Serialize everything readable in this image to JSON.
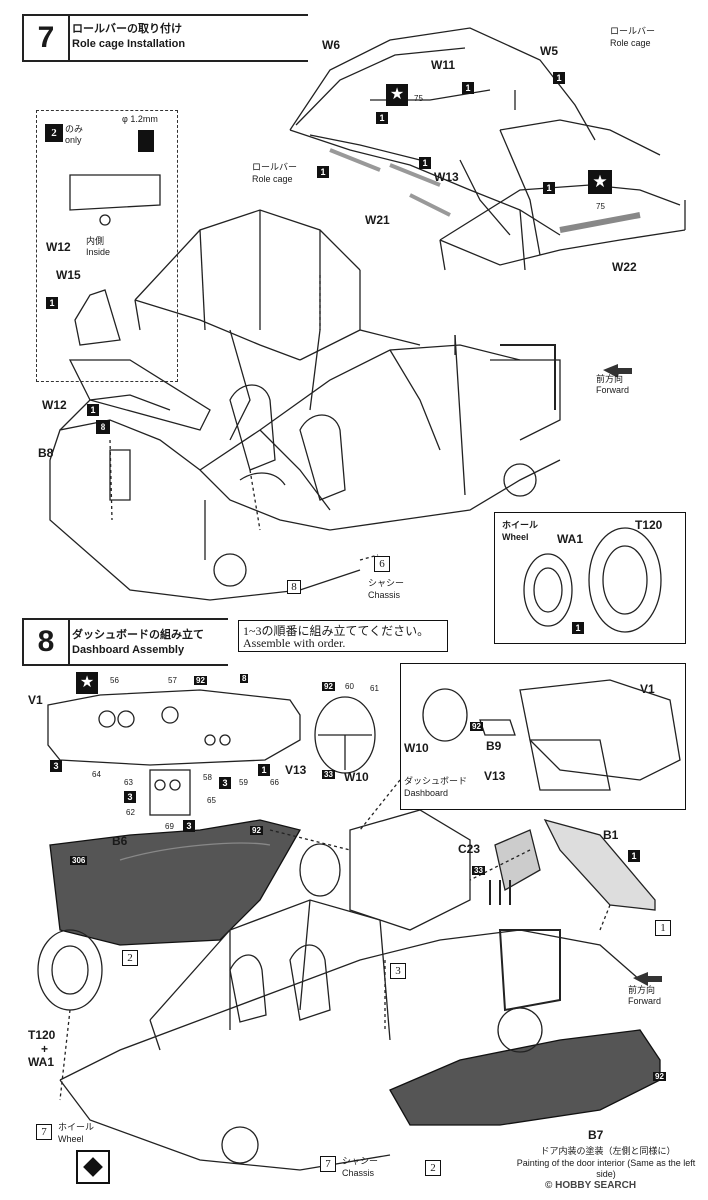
{
  "step7": {
    "number": "7",
    "title_ja": "ロールバーの取り付け",
    "title_en": "Role cage Installation",
    "labels": {
      "w6": "W6",
      "w5": "W5",
      "w11": "W11",
      "w13": "W13",
      "w21": "W21",
      "w22": "W22",
      "w12a": "W12",
      "w12b": "W12",
      "w15": "W15",
      "b8": "B8"
    },
    "callout_topright_ja": "ロールバー",
    "callout_topright_en": "Role cage",
    "callout_mid_ja": "ロールバー",
    "callout_mid_en": "Role cage",
    "inset": {
      "step_ref": "2",
      "only_ja": "のみ",
      "only_en": "only",
      "drill": "φ 1.2mm",
      "inside_ja": "内側",
      "inside_en": "Inside"
    },
    "forward_ja": "前方向",
    "forward_en": "Forward",
    "chassis_step": "6",
    "chassis_ja": "シャシー",
    "chassis_en": "Chassis",
    "decal_number": "75",
    "decal_number_b": "75",
    "badge_8": "8",
    "wheel": {
      "ja": "ホイール",
      "en": "Wheel",
      "wa1": "WA1",
      "t120": "T120"
    },
    "b1": "1"
  },
  "step8": {
    "number": "8",
    "title_ja": "ダッシュボードの組み立て",
    "title_en": "Dashboard Assembly",
    "order_ja": "1~3の順番に組み立ててください。",
    "order_en": "Assemble with order.",
    "labels": {
      "v1a": "V1",
      "v1b": "V1",
      "v13a": "V13",
      "v13b": "V13",
      "w10a": "W10",
      "w10b": "W10",
      "b9": "B9",
      "b6": "B6",
      "b1": "B1",
      "c23": "C23",
      "b7": "B7",
      "t120": "T120",
      "plus": "+",
      "wa1": "WA1"
    },
    "numbers": {
      "n56": "56",
      "n57": "57",
      "n92a": "92",
      "n8": "8",
      "n92b": "92",
      "n60": "60",
      "n61": "61",
      "n64": "64",
      "n63": "63",
      "n62": "62",
      "n65": "65",
      "n69": "69",
      "n58": "58",
      "n59": "59",
      "n66": "66",
      "n33a": "33",
      "n92c": "92",
      "n92d": "92",
      "n306": "306",
      "n33b": "33",
      "n92e": "92"
    },
    "badges": {
      "b3a": "3",
      "b3b": "3",
      "b3c": "3",
      "b3d": "3",
      "b1a": "1"
    },
    "order_markers": {
      "o1": "1",
      "o2a": "2",
      "o3": "3",
      "o2b": "2"
    },
    "dashboard_ja": "ダッシュボード",
    "dashboard_en": "Dashboard",
    "forward_ja": "前方向",
    "forward_en": "Forward",
    "wheel_step": "7",
    "wheel_ja": "ホイール",
    "wheel_en": "Wheel",
    "chassis_step": "7",
    "chassis_ja": "シャシー",
    "chassis_en": "Chassis",
    "door_note_ja": "ドア内装の塗装（左側と同様に）",
    "door_note_en": "Painting of the door interior (Same as the left side)"
  },
  "watermark": "© HOBBY SEARCH",
  "colors": {
    "line": "#222222",
    "door_fill": "#555555",
    "panel_fill": "#dddddd"
  }
}
